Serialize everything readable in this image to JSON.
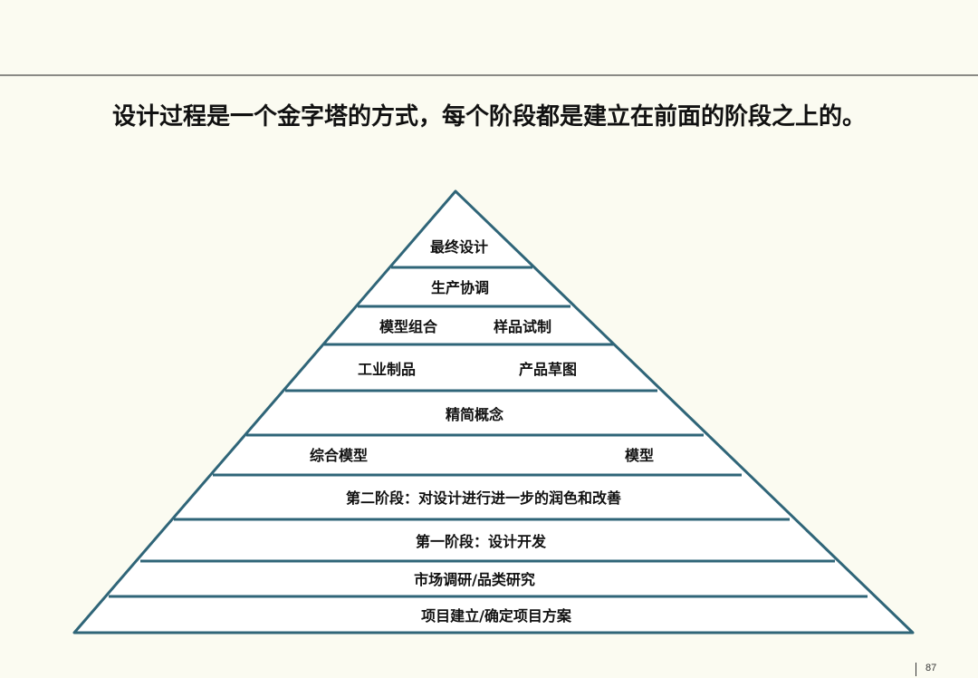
{
  "slide": {
    "title": "设计过程是一个金字塔的方式，每个阶段都是建立在前面的阶段之上的。",
    "page_number": "87"
  },
  "pyramid": {
    "line_color": "#2f6578",
    "fill_color": "#ffffff",
    "levels": [
      {
        "labels": [
          "最终设计"
        ]
      },
      {
        "labels": [
          "生产协调"
        ]
      },
      {
        "labels": [
          "模型组合",
          "样品试制"
        ]
      },
      {
        "labels": [
          "工业制品",
          "产品草图"
        ]
      },
      {
        "labels": [
          "精简概念"
        ]
      },
      {
        "labels": [
          "综合模型",
          "模型"
        ]
      },
      {
        "labels": [
          "第二阶段：对设计进行进一步的润色和改善"
        ]
      },
      {
        "labels": [
          "第一阶段：设计开发"
        ]
      },
      {
        "labels": [
          "市场调研/品类研究"
        ]
      },
      {
        "labels": [
          "项目建立/确定项目方案"
        ]
      }
    ]
  }
}
